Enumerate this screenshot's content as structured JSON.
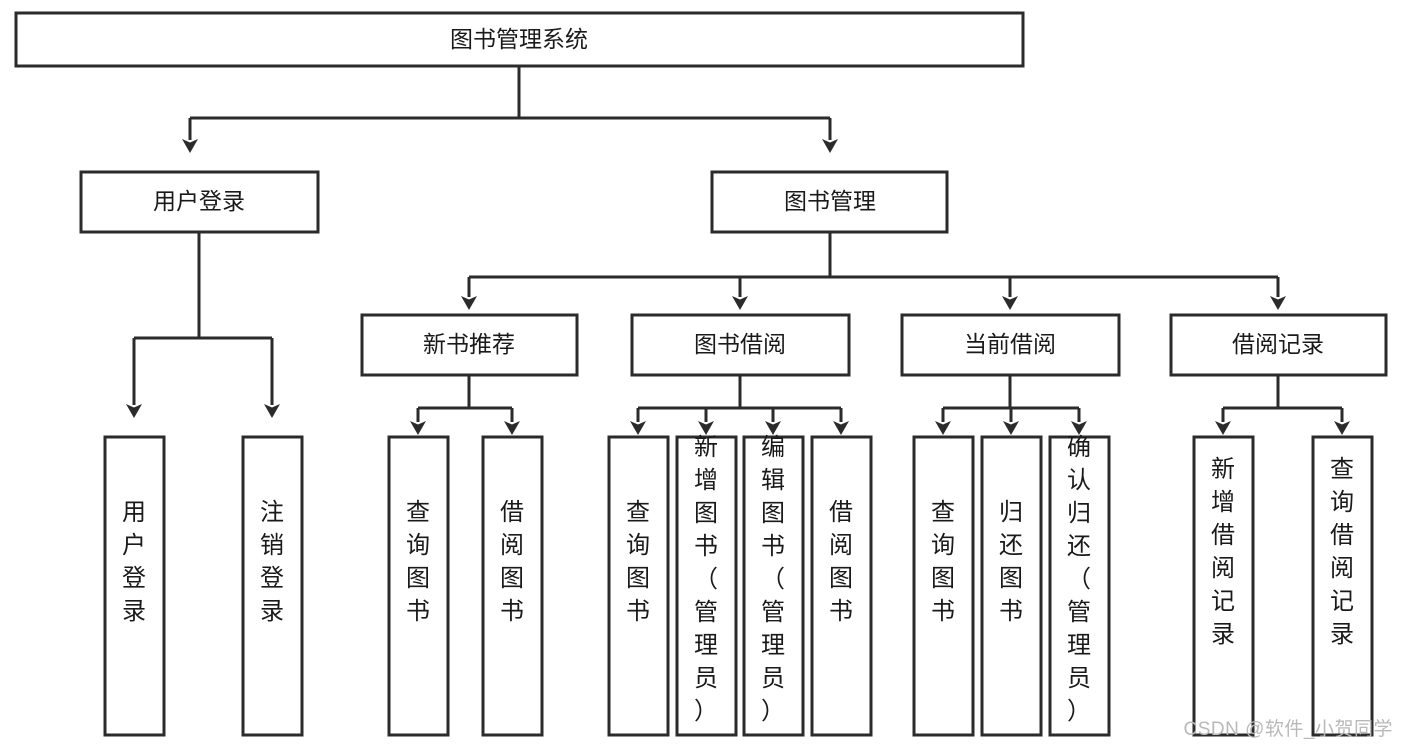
{
  "diagram": {
    "type": "tree-hierarchy-chart",
    "title": "图书管理系统",
    "orientation": "top-down",
    "colors": {
      "stroke": "#2b2b2b",
      "fill": "#ffffff",
      "text": "#1a1a1a",
      "watermark": "#b9b9b9",
      "background": "#ffffff"
    },
    "root": {
      "label": "图书管理系统"
    },
    "level2": [
      {
        "label": "用户登录"
      },
      {
        "label": "图书管理"
      }
    ],
    "level3": [
      {
        "label": "新书推荐"
      },
      {
        "label": "图书借阅"
      },
      {
        "label": "当前借阅"
      },
      {
        "label": "借阅记录"
      }
    ],
    "leaves": {
      "user_login": [
        {
          "label": "用户登录"
        },
        {
          "label": "注销登录"
        }
      ],
      "new_book_recommend": [
        {
          "label": "查询图书"
        },
        {
          "label": "借阅图书"
        }
      ],
      "book_borrow": [
        {
          "label": "查询图书"
        },
        {
          "label": "新增图书（管理员）"
        },
        {
          "label": "编辑图书（管理员）"
        },
        {
          "label": "借阅图书"
        }
      ],
      "current_borrow": [
        {
          "label": "查询图书"
        },
        {
          "label": "归还图书"
        },
        {
          "label": "确认归还（管理员）"
        }
      ],
      "borrow_record": [
        {
          "label": "新增借阅记录"
        },
        {
          "label": "查询借阅记录"
        }
      ]
    },
    "watermark": "CSDN @软件_小贺同学"
  }
}
